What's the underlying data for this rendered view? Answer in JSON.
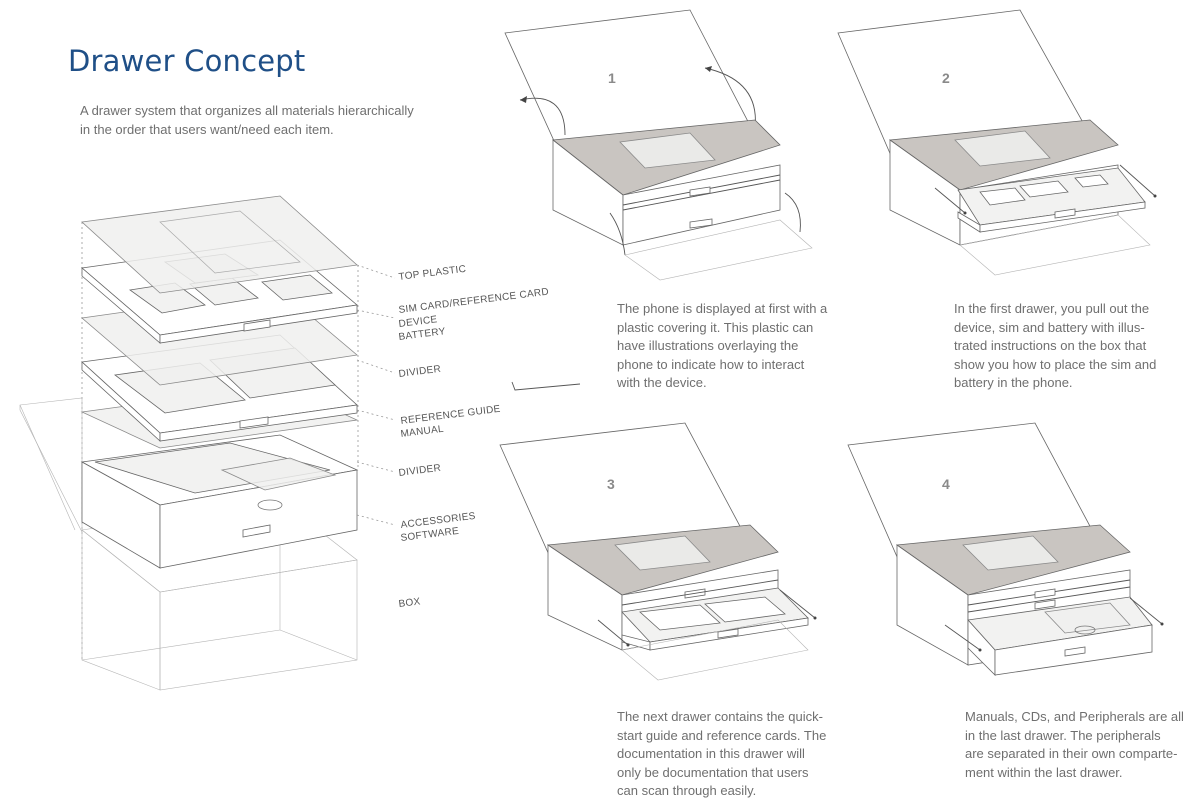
{
  "header": {
    "title": "Drawer Concept",
    "subtitle_line1": "A drawer system that organizes all materials hierarchically",
    "subtitle_line2": "in the order that users want/need each item."
  },
  "exploded_labels": {
    "top_plastic": "TOP PLASTIC",
    "sim_card": "SIM CARD/REFERENCE CARD",
    "device": "DEVICE",
    "battery": "BATTERY",
    "divider1": "DIVIDER",
    "reference_guide": "REFERENCE GUIDE",
    "manual": "MANUAL",
    "divider2": "DIVIDER",
    "accessories": "ACCESSORIES",
    "software": "SOFTWARE",
    "box": "BOX"
  },
  "steps": [
    {
      "number": "1",
      "caption_lines": [
        "The phone is displayed at first with a",
        "plastic covering it. This plastic can",
        "have illustrations overlaying the",
        "phone to indicate how to interact",
        "with the device."
      ]
    },
    {
      "number": "2",
      "caption_lines": [
        "In the first drawer, you pull out the",
        "device, sim and battery with illus-",
        "trated instructions on the box that",
        "show you how to place the sim and",
        "battery in the phone."
      ]
    },
    {
      "number": "3",
      "caption_lines": [
        "The next drawer contains the quick-",
        "start guide and reference cards. The",
        "documentation in this drawer will",
        "only be documentation that users",
        "can scan through easily."
      ]
    },
    {
      "number": "4",
      "caption_lines": [
        "Manuals, CDs, and Peripherals are all",
        "in the last drawer. The peripherals",
        "are separated in their own comparte-",
        "ment within the last drawer."
      ]
    }
  ]
}
